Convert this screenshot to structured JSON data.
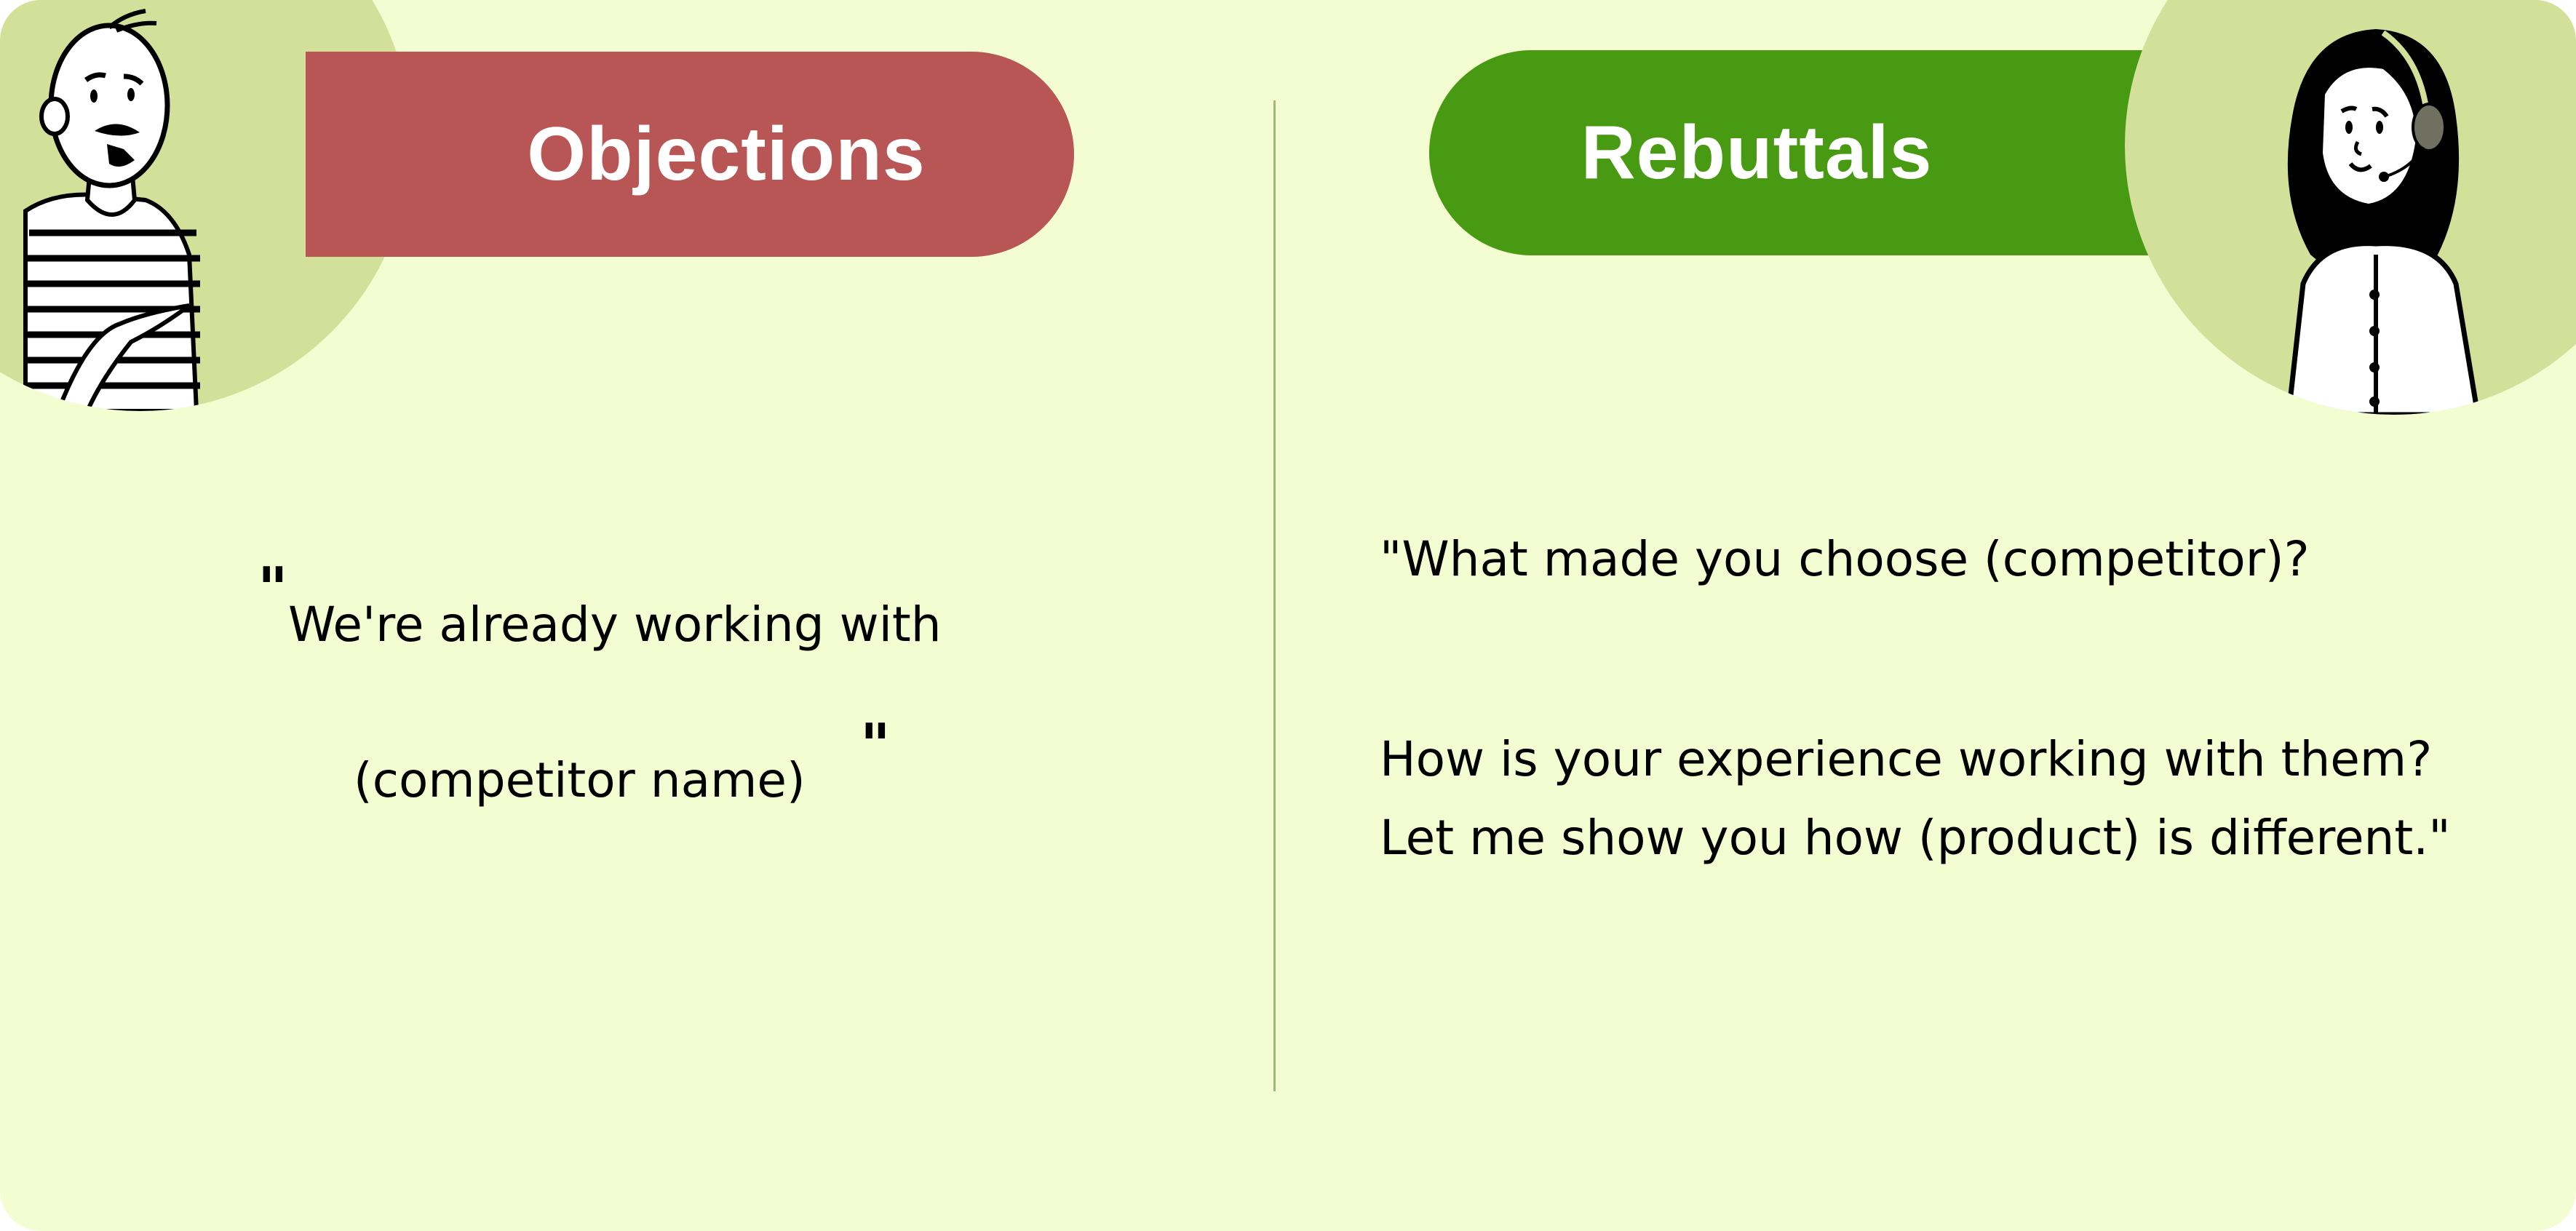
{
  "objections": {
    "title": "Objections",
    "open_quote": "\"",
    "line1": "We're already working with",
    "line2": "(competitor name)",
    "close_quote": "\"",
    "accent_color": "#b85656",
    "avatar": "man-striped-shirt-illustration"
  },
  "rebuttals": {
    "title": "Rebuttals",
    "paragraph1": "\"What made you choose (competitor)?",
    "paragraph2": "How is your experience working with them? Let me show you how (product) is different.\"",
    "accent_color": "#479a12",
    "avatar": "woman-headset-illustration"
  },
  "colors": {
    "background": "#f4fdd1",
    "avatar_circle": "#d3e09a",
    "divider": "#a3b875"
  }
}
